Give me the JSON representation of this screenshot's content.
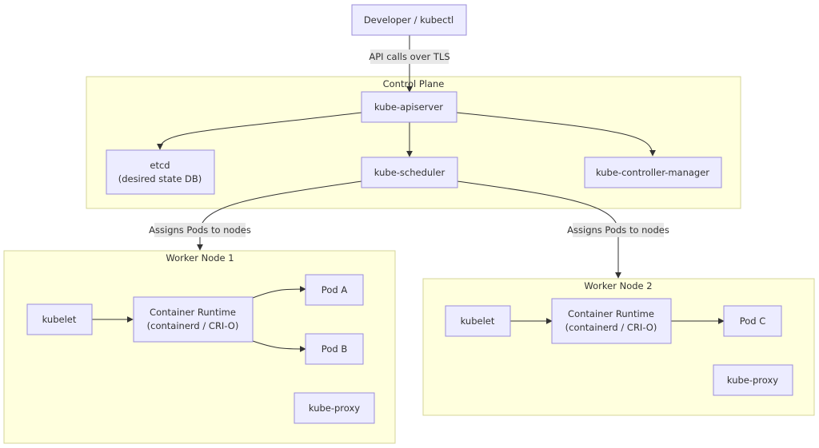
{
  "clusters": {
    "control_plane": "Control Plane",
    "worker1": "Worker Node 1",
    "worker2": "Worker Node 2"
  },
  "nodes": {
    "developer": "Developer / kubectl",
    "apiserver": "kube-apiserver",
    "etcd_line1": "etcd",
    "etcd_line2": "(desired state DB)",
    "scheduler": "kube-scheduler",
    "controller_manager": "kube-controller-manager",
    "w1_kubelet": "kubelet",
    "w1_runtime_line1": "Container Runtime",
    "w1_runtime_line2": "(containerd / CRI-O)",
    "w1_pod_a": "Pod A",
    "w1_pod_b": "Pod B",
    "w1_proxy": "kube-proxy",
    "w2_kubelet": "kubelet",
    "w2_runtime_line1": "Container Runtime",
    "w2_runtime_line2": "(containerd / CRI-O)",
    "w2_pod_c": "Pod C",
    "w2_proxy": "kube-proxy"
  },
  "edges": {
    "api_calls": "API calls over TLS",
    "assign1": "Assigns Pods to nodes",
    "assign2": "Assigns Pods to nodes"
  },
  "colors": {
    "cluster_fill": "#ffffde",
    "cluster_stroke": "#d4d49a",
    "node_fill": "#ececff",
    "node_stroke": "#9b8ed9",
    "edge": "#333333"
  }
}
